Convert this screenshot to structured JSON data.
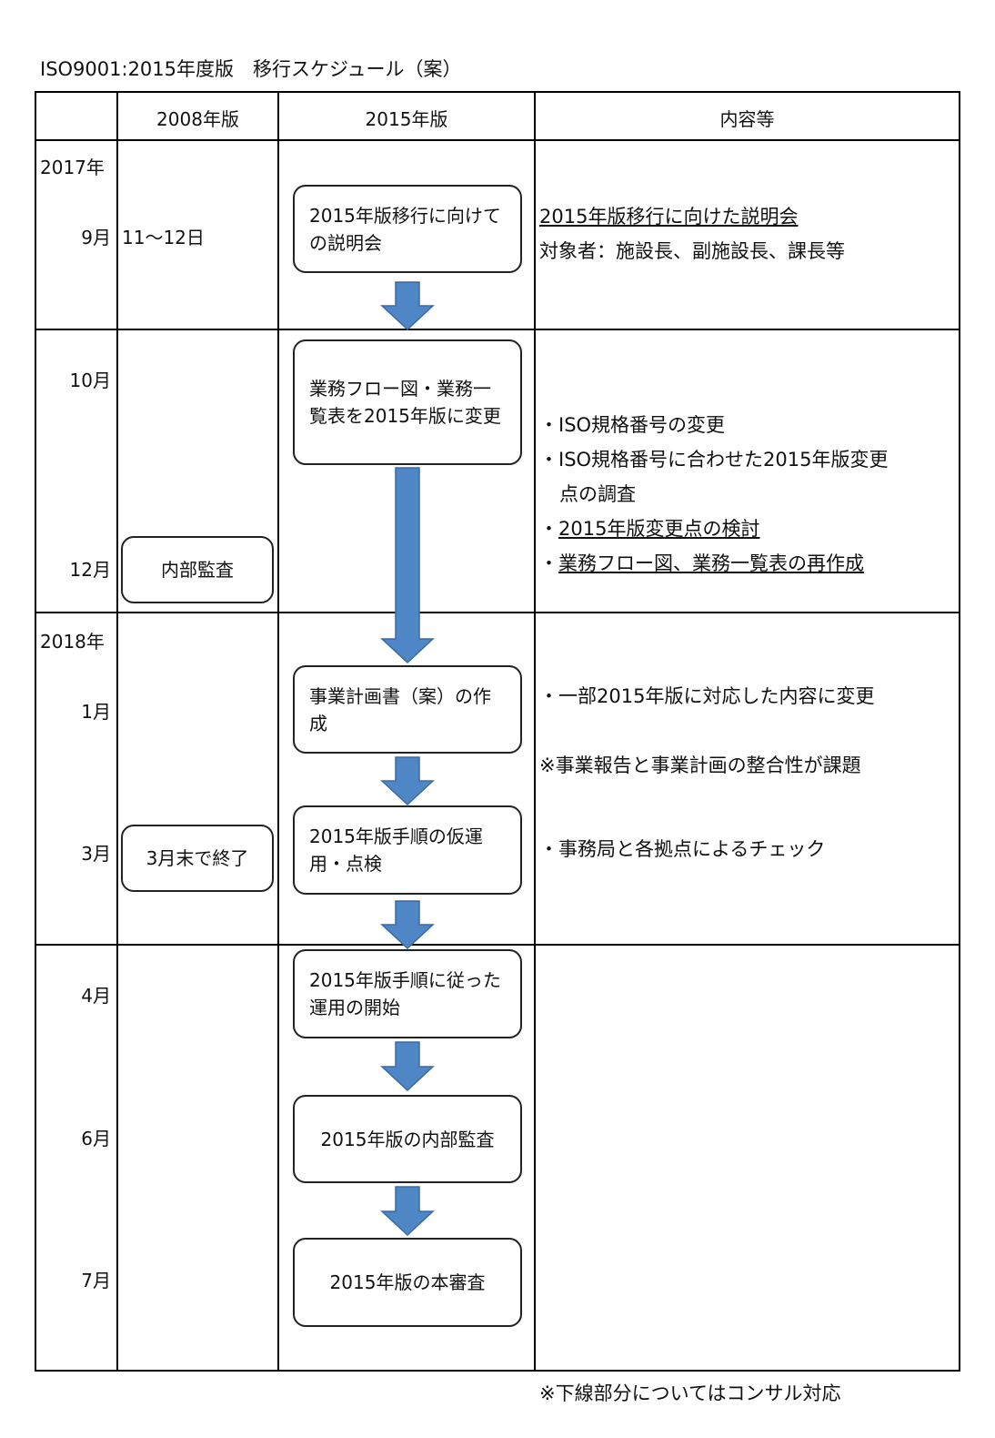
{
  "title": "ISO9001:2015年度版　移行スケジュール（案）",
  "headers": {
    "col1": "",
    "col2": "2008年版",
    "col3": "2015年版",
    "col4": "内容等"
  },
  "periods": {
    "y2017": "2017年",
    "sep": "9月",
    "sep_dates": "11～12日",
    "oct": "10月",
    "dec": "12月",
    "y2018": "2018年",
    "jan": "1月",
    "mar": "3月",
    "apr": "4月",
    "jun": "6月",
    "jul": "7月"
  },
  "boxes_2008": {
    "internal_audit": "内部監査",
    "end_march": "3月末で終了"
  },
  "boxes_2015": {
    "briefing": "2015年版移行に向けての説明会",
    "flow_change": "業務フロー図・業務一覧表を2015年版に変更",
    "business_plan": "事業計画書（案）の作成",
    "trial": "2015年版手順の仮運用・点検",
    "start_ops": "2015年版手順に従った運用の開始",
    "internal_audit": "2015年版の内部監査",
    "main_audit": "2015年版の本審査"
  },
  "content": {
    "briefing_title": "2015年版移行に向けた説明会",
    "briefing_target": "対象者：施設長、副施設長、課長等",
    "iso_number_change": "・ISO規格番号の変更",
    "iso_survey_1": "・ISO規格番号に合わせた2015年版変更",
    "iso_survey_2": "点の調査",
    "review_prefix": "・",
    "review": "2015年版変更点の検討",
    "remake_prefix": "・",
    "remake": "業務フロー図、業務一覧表の再作成",
    "partial_change": "・一部2015年版に対応した内容に変更",
    "consistency_note": "※事業報告と事業計画の整合性が課題",
    "check": "・事務局と各拠点によるチェック"
  },
  "footnote": "※下線部分についてはコンサル対応",
  "colors": {
    "arrow_fill": "#4f86c6",
    "arrow_stroke": "#3a6aa3",
    "border": "#000000"
  }
}
